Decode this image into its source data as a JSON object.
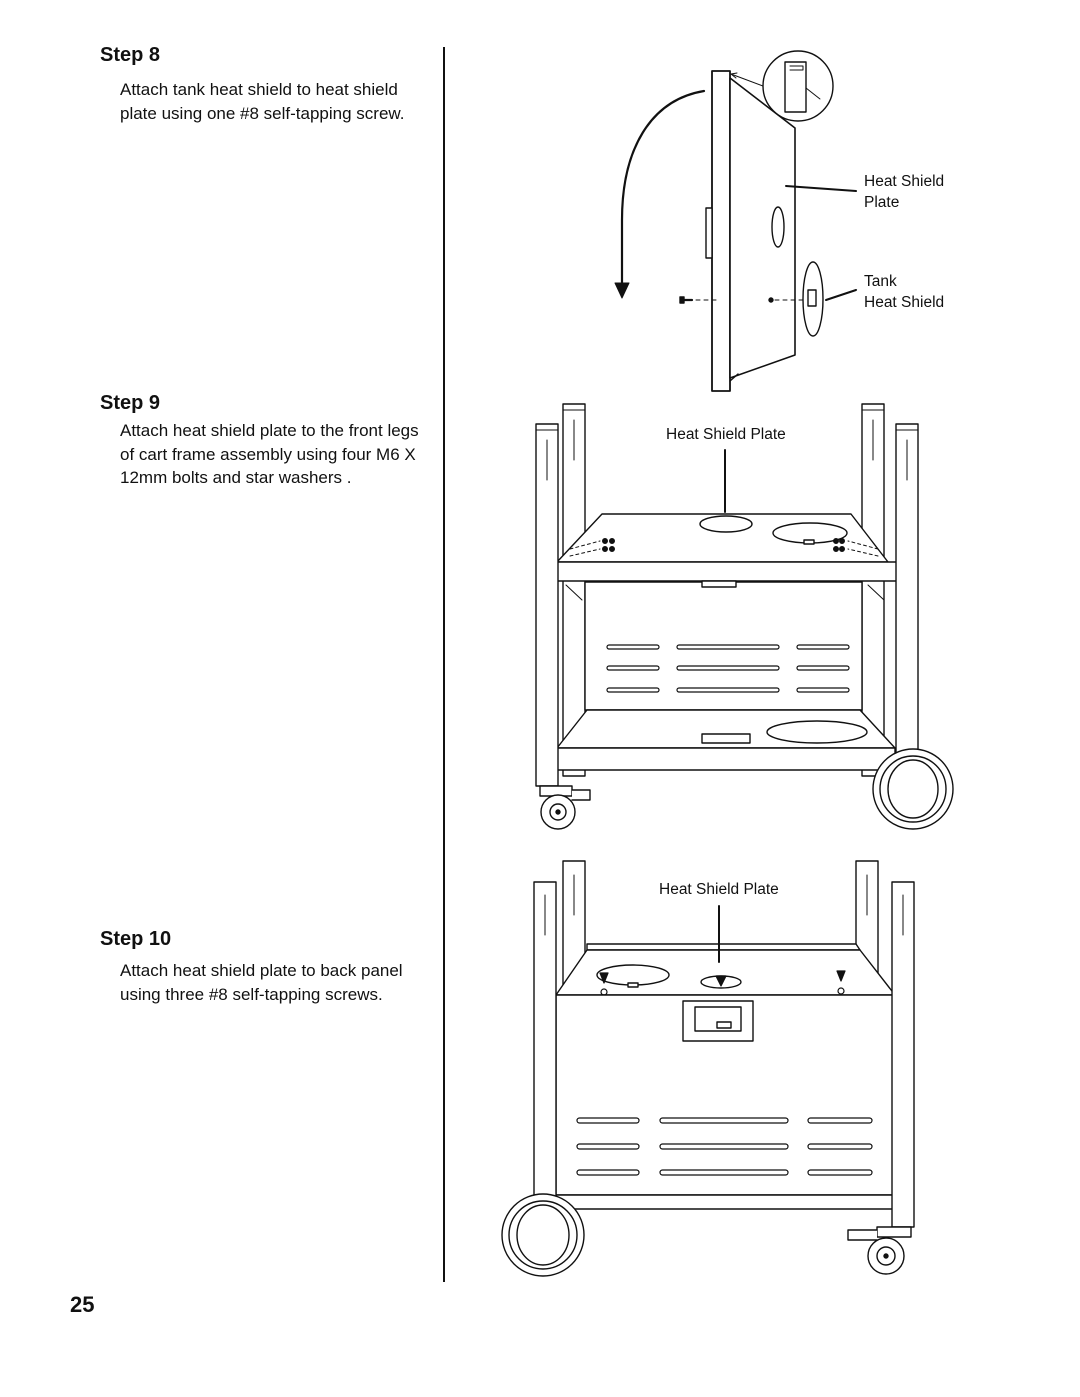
{
  "steps": [
    {
      "title": "Step 8",
      "text": "Attach tank heat shield to heat shield plate using one #8 self-tapping screw."
    },
    {
      "title": "Step 9",
      "text": "Attach heat shield plate to the front legs of cart frame assembly using four M6 X 12mm bolts and star washers ."
    },
    {
      "title": "Step 10",
      "text": "Attach heat shield plate to back panel using three #8 self-tapping screws."
    }
  ],
  "figure_labels": {
    "heat_shield_plate_a": "Heat Shield\nPlate",
    "tank_heat_shield": "Tank\nHeat Shield",
    "heat_shield_plate_b": "Heat Shield Plate",
    "heat_shield_plate_c": "Heat Shield Plate"
  },
  "page_number": "25"
}
